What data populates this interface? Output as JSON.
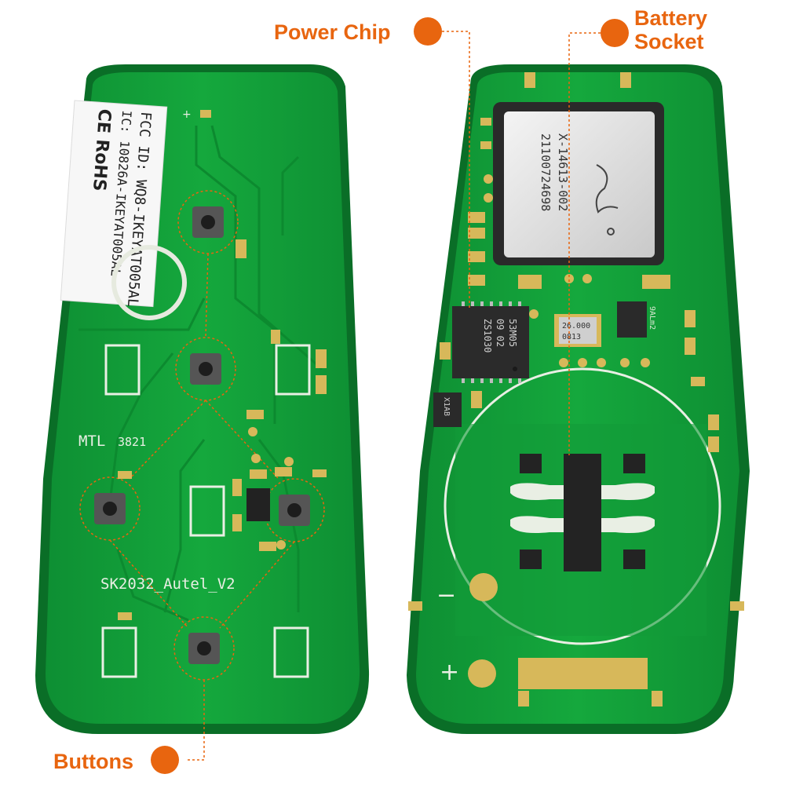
{
  "colors": {
    "callout": "#e8650f",
    "pcb": "#12a03a",
    "pcb_dark": "#0c7f2c",
    "pcb_trace": "#1bb548",
    "silkscreen": "#e9efe4",
    "pad": "#d7b85a"
  },
  "callouts": {
    "power_chip": "Power Chip",
    "battery_line1": "Battery",
    "battery_line2": "Socket",
    "buttons": "Buttons"
  },
  "left_board": {
    "sticker_line1": "FCC ID: WQ8-IKEYAT005AL",
    "sticker_line2": "IC: 10826A-IKEYAT005AL",
    "sticker_marks": "CE RoHS",
    "silk_mtl": "MTL",
    "silk_code": "3821",
    "silk_model": "SK2032_Autel_V2",
    "buttons": [
      "button-top",
      "button-upper-middle",
      "button-left",
      "button-right",
      "button-bottom"
    ]
  },
  "right_board": {
    "shield_line1": "X-14613-002",
    "shield_line2": "21100724698",
    "chip_line1": "ZS1030",
    "chip_line2": "09 02",
    "chip_line3": "53M05",
    "crystal_line1": "26.000",
    "crystal_line2": "0813",
    "small_ic": "9ALm2",
    "diode": "X1AB",
    "minus_sign": "−",
    "plus_sign": "+"
  }
}
